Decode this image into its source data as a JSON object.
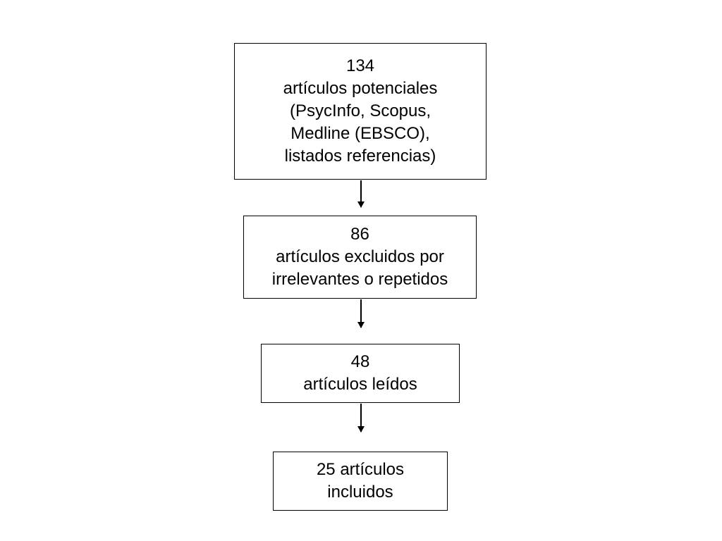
{
  "flowchart": {
    "box1": {
      "lines": [
        "134",
        "artículos potenciales",
        "(PsycInfo, Scopus,",
        "Medline (EBSCO),",
        "listados referencias)"
      ]
    },
    "box2": {
      "lines": [
        "86",
        "artículos excluidos por",
        "irrelevantes o repetidos"
      ]
    },
    "box3": {
      "lines": [
        "48",
        "artículos leídos"
      ]
    },
    "box4": {
      "lines": [
        "25 artículos",
        "incluidos"
      ]
    }
  }
}
